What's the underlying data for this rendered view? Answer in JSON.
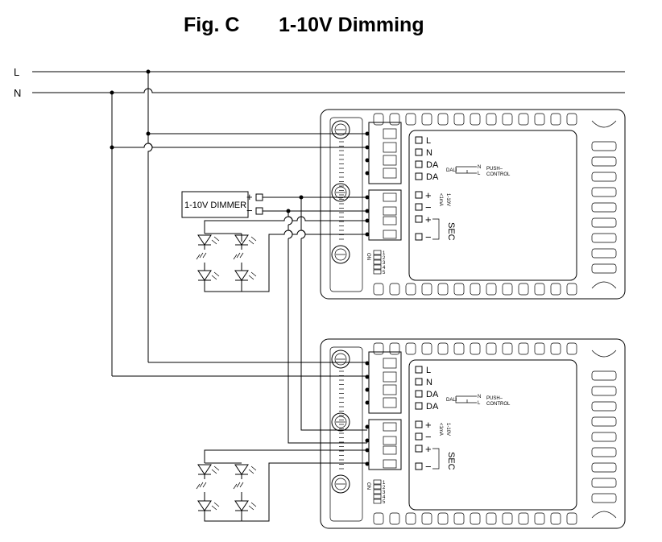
{
  "figure": {
    "fig_label": "Fig. C",
    "title": "1-10V Dimming"
  },
  "mains": {
    "line_label": "L",
    "neutral_label": "N"
  },
  "dimmer": {
    "label": "1-10V DIMMER",
    "plus": "+",
    "minus": "−"
  },
  "driver_top": {
    "terminals": [
      "L",
      "N",
      "DA",
      "DA"
    ],
    "dim_terminals": [
      "+",
      "−"
    ],
    "sec_terminals": [
      "+",
      "−"
    ],
    "dali_label": "DALI",
    "push_label": "PUSH–",
    "control_label": "CONTROL",
    "n_mark": "N",
    "l_mark": "L",
    "dim_label": "1-10V",
    "dim_current": "<1mA",
    "sec_label": "SEC",
    "dip_on": "ON",
    "dip_numbers": [
      "1",
      "2",
      "3",
      "4",
      "5"
    ]
  },
  "driver_bottom": {
    "terminals": [
      "L",
      "N",
      "DA",
      "DA"
    ],
    "dim_terminals": [
      "+",
      "−"
    ],
    "sec_terminals": [
      "+",
      "−"
    ],
    "dali_label": "DALI",
    "push_label": "PUSH–",
    "control_label": "CONTROL",
    "n_mark": "N",
    "l_mark": "L",
    "dim_label": "1-10V",
    "dim_current": "<1mA",
    "sec_label": "SEC",
    "dip_on": "ON",
    "dip_numbers": [
      "1",
      "2",
      "3",
      "4",
      "5"
    ]
  }
}
